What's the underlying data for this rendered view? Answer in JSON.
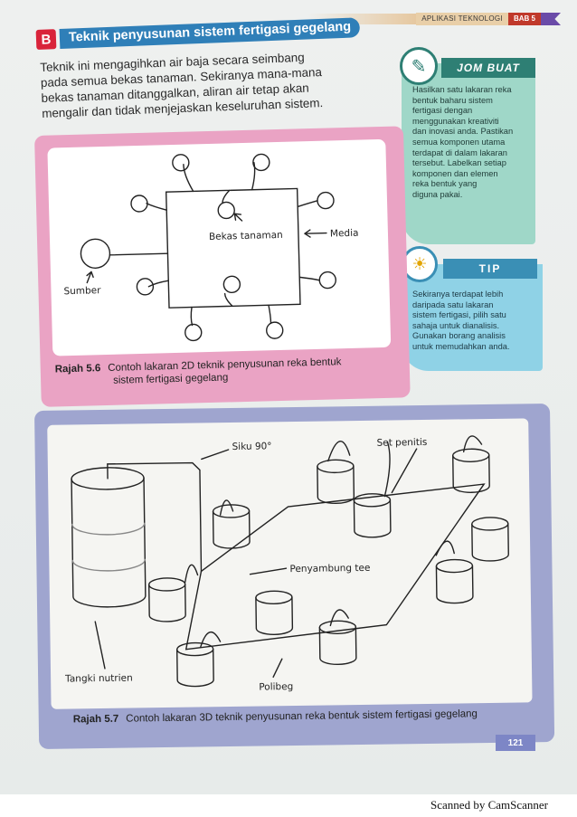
{
  "header": {
    "running_title": "APLIKASI TEKNOLOGI",
    "chapter": "BAB 5"
  },
  "section": {
    "letter": "B",
    "title": "Teknik penyusunan sistem fertigasi gegelang",
    "intro_lines": [
      "Teknik ini mengagihkan air baja secara seimbang",
      "pada semua bekas tanaman. Sekiranya mana-mana",
      "bekas tanaman ditanggalkan, aliran air tetap akan",
      "mengalir dan tidak menjejaskan keseluruhan sistem."
    ]
  },
  "jom_buat": {
    "title": "JOM BUAT",
    "icon": "pencil-ruler-icon",
    "lines": [
      "Hasilkan satu lakaran reka",
      "bentuk baharu sistem",
      "fertigasi dengan",
      "menggunakan kreativiti",
      "dan inovasi anda. Pastikan",
      "semua komponen utama",
      "terdapat di dalam lakaran",
      "tersebut. Labelkan setiap",
      "komponen dan elemen",
      "reka bentuk yang",
      "diguna pakai."
    ]
  },
  "tip": {
    "title": "TIP",
    "icon": "lightbulb-icon",
    "lines": [
      "Sekiranya terdapat lebih",
      "daripada satu lakaran",
      "sistem fertigasi, pilih satu",
      "sahaja untuk dianalisis.",
      "Gunakan borang analisis",
      "untuk memudahkan anda."
    ]
  },
  "figure_5_6": {
    "number": "Rajah 5.6",
    "caption_lines": [
      "Contoh lakaran 2D teknik penyusunan reka bentuk",
      "sistem fertigasi gegelang"
    ],
    "labels": {
      "container": "Bekas tanaman",
      "media": "Media",
      "source": "Sumber"
    }
  },
  "figure_5_7": {
    "number": "Rajah 5.7",
    "caption": "Contoh lakaran 3D teknik penyusunan reka bentuk sistem fertigasi gegelang",
    "labels": {
      "elbow": "Siku 90°",
      "drip_set": "Set penitis",
      "tee": "Penyambung tee",
      "tank": "Tangki nutrien",
      "polybag": "Polibeg"
    }
  },
  "page_number": "121",
  "footer": {
    "scanner": "Scanned by CamScanner"
  },
  "colors": {
    "section_red": "#d9243a",
    "section_blue": "#2f7fb8",
    "jom_green": "#2e7f74",
    "tip_blue": "#3a8fb5",
    "fig56_pink": "#eaa3c4",
    "fig57_purple": "#9fa5cf"
  }
}
